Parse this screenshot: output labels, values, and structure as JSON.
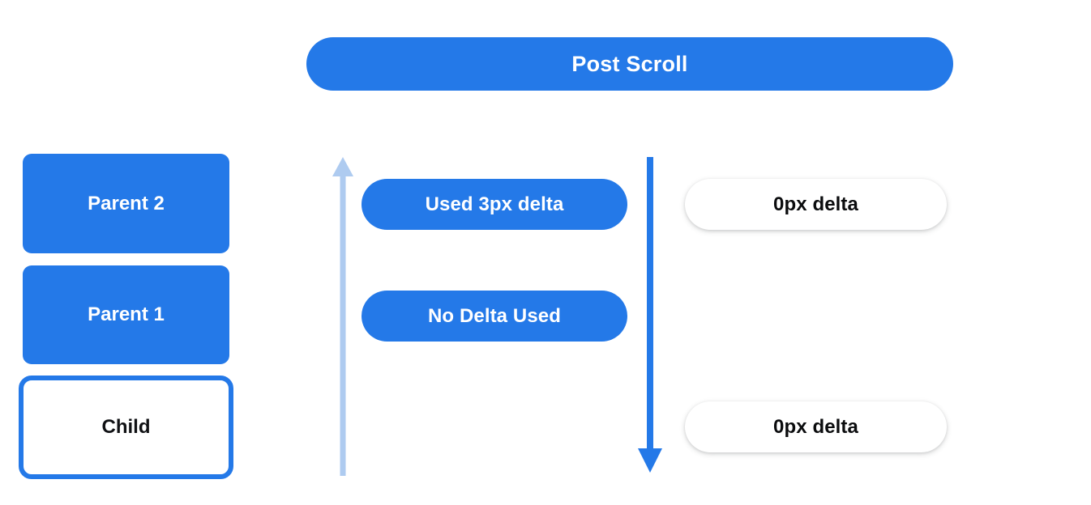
{
  "header": {
    "title": "Post Scroll"
  },
  "colors": {
    "blue": "#2479e8",
    "light_blue": "#aecbf0",
    "white": "#ffffff",
    "text_dark": "#101114",
    "background": "#ffffff"
  },
  "left_stack": {
    "items": [
      {
        "label": "Parent 2",
        "style": "filled"
      },
      {
        "label": "Parent 1",
        "style": "filled"
      },
      {
        "label": "Child",
        "style": "outlined"
      }
    ]
  },
  "middle_column": {
    "up_arrow": {
      "icon": "arrow-up-icon",
      "color": "#aecbf0",
      "direction": "up"
    },
    "down_arrow": {
      "icon": "arrow-down-icon",
      "color": "#2479e8",
      "direction": "down"
    },
    "pills": [
      {
        "label": "Used 3px delta"
      },
      {
        "label": "No Delta Used"
      }
    ]
  },
  "right_column": {
    "pills": [
      {
        "label": "0px delta"
      },
      {
        "label": "0px delta"
      }
    ]
  }
}
